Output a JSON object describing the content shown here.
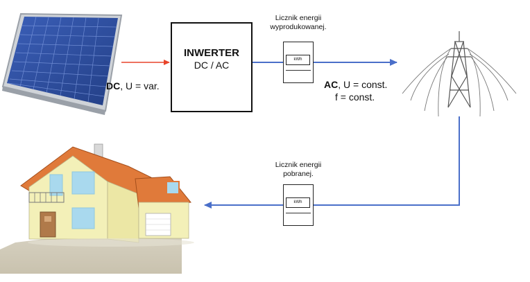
{
  "inverter": {
    "title": "INWERTER",
    "subtitle": "DC / AC"
  },
  "dc_label": {
    "bold": "DC",
    "rest": ", U = var."
  },
  "ac_label": {
    "bold": "AC",
    "rest": ", U = const.",
    "line2": "f = const."
  },
  "meter_produced": {
    "caption_line1": "Licznik energii",
    "caption_line2": "wyprodukowanej.",
    "display": "kWh"
  },
  "meter_consumed": {
    "caption_line1": "Licznik energii",
    "caption_line2": "pobranej.",
    "display": "kWh"
  },
  "colors": {
    "dc_arrow": "#e8442a",
    "ac_line": "#4a6fc9",
    "panel": "#2f4fa0",
    "roof": "#e07a3a",
    "wall": "#f3f0b8"
  },
  "icons": [
    "solar-panel-icon",
    "power-pylon-icon",
    "house-icon",
    "electricity-meter-icon"
  ]
}
